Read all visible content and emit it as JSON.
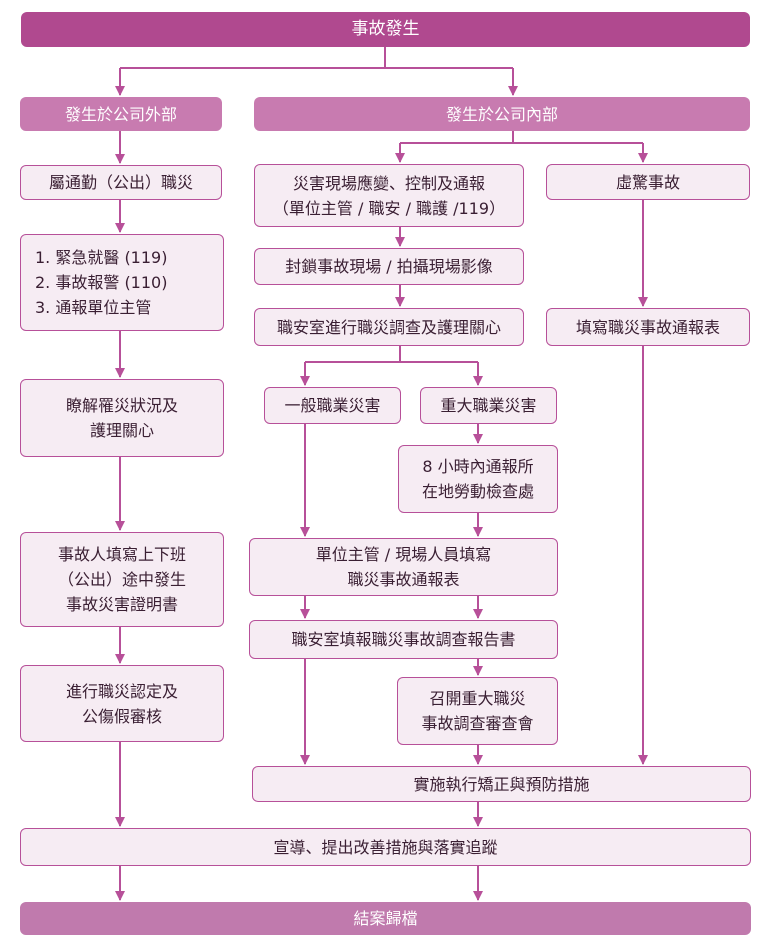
{
  "colors": {
    "banner": "#b0498f",
    "header": "#c87bb0",
    "node_fill": "#f6ecf3",
    "line": "#b75099"
  },
  "top": "事故發生",
  "outside": {
    "header": "發生於公司外部",
    "commute": "屬通勤（公出）職災",
    "steps": "1. 緊急就醫 (119)\n2. 事故報警 (110)\n3. 通報單位主管",
    "understand": "瞭解罹災狀況及\n護理關心",
    "certificate": "事故人填寫上下班\n（公出）途中發生\n事故災害證明書",
    "recognize": "進行職災認定及\n公傷假審核"
  },
  "inside": {
    "header": "發生於公司內部",
    "response": "災害現場應變、控制及通報\n（單位主管 / 職安 / 職護 /119）",
    "seal": "封鎖事故現場 / 拍攝現場影像",
    "investigate": "職安室進行職災調查及護理關心",
    "general": "一般職業災害",
    "major": "重大職業災害",
    "report8h": "8 小時內通報所\n在地勞動檢查處",
    "fill_form": "單位主管 / 現場人員填寫\n職災事故通報表",
    "report_book": "職安室填報職災事故調查報告書",
    "review": "召開重大職災\n事故調查審查會",
    "near_miss": "虛驚事故",
    "near_miss_form": "填寫職災事故通報表"
  },
  "implement": "實施執行矯正與預防措施",
  "promote": "宣導、提出改善措施與落實追蹤",
  "close": "結案歸檔"
}
